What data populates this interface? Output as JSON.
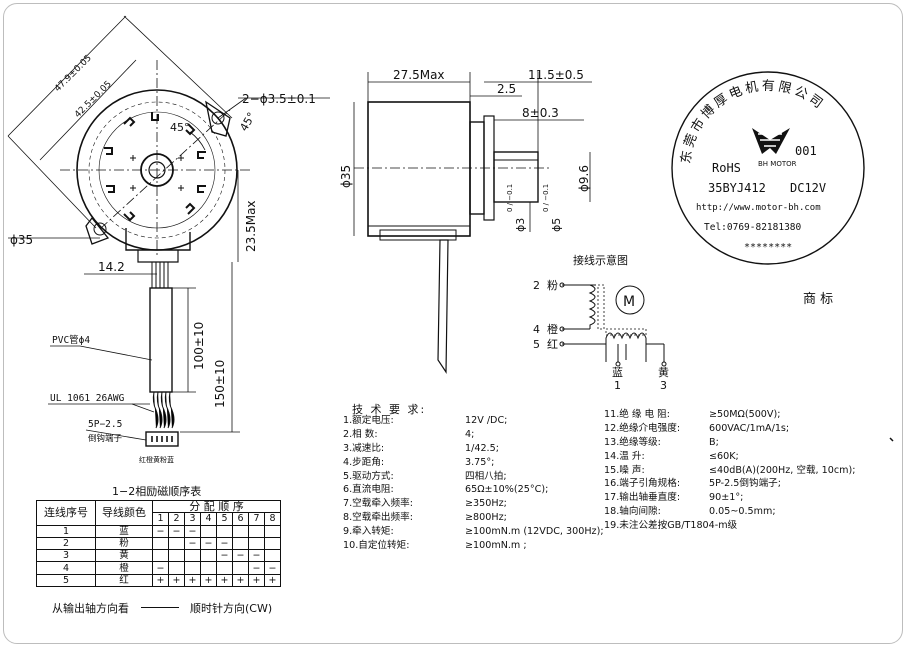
{
  "front_view": {
    "dim_outer": "47.9±0.05",
    "dim_mount": "42.5±0.05",
    "dim_diameter": "ϕ35",
    "dim_angle_1": "45°",
    "dim_angle_2": "45°",
    "dim_hole": "2−ϕ3.5±0.1",
    "dim_height": "23.5Max",
    "dim_offset": "14.2",
    "dim_lead_100": "100±10",
    "dim_lead_150": "150±10",
    "label_pvc": "PVC管ϕ4",
    "label_wire": "UL 1061  26AWG",
    "label_conn": "5P−2.5",
    "label_conn_2": "倒钩端子",
    "connector_colors": "红橙黄粉蓝"
  },
  "side_view": {
    "dim_length": "27.5Max",
    "dim_shaft_len": "11.5±0.5",
    "dim_flat": "2.5",
    "dim_flat_len": "8±0.3",
    "dim_body_d": "ϕ35",
    "dim_shaft_d": "ϕ3",
    "dim_shaft_tol": "0 / −0.1",
    "dim_shaft_d2": "ϕ5",
    "dim_shaft_tol2": "0 / −0.1",
    "dim_boss": "ϕ9.6"
  },
  "wiring": {
    "title": "接线示意图",
    "motor": "M",
    "pin2": "2",
    "pin2_color": "粉",
    "pin4": "4",
    "pin4_color": "橙",
    "pin5": "5",
    "pin5_color": "红",
    "pin1": "1",
    "pin1_color": "蓝",
    "pin3": "3",
    "pin3_color": "黄"
  },
  "label_logo": {
    "company": "东莞市博厚电机有限公司",
    "rohs": "RoHS",
    "brand_text": "BH MOTOR",
    "code": "001",
    "model": "35BYJ412",
    "voltage": "DC12V",
    "url": "http://www.motor-bh.com",
    "tel": "Tel:0769-82181380",
    "stars": "********",
    "caption": "商 标"
  },
  "specs": {
    "title": "技 术 要 求:",
    "left": [
      {
        "label": "1.额定电压:",
        "value": "12V /DC;"
      },
      {
        "label": "2.相      数:",
        "value": "4;"
      },
      {
        "label": "3.减速比:",
        "value": "1/42.5;"
      },
      {
        "label": "4.步距角:",
        "value": "3.75°;"
      },
      {
        "label": "5.驱动方式:",
        "value": "四相八拍;"
      },
      {
        "label": "6.直流电阻:",
        "value": "65Ω±10%(25°C);"
      },
      {
        "label": "7.空载牵入频率:",
        "value": "≥350Hz;"
      },
      {
        "label": "8.空载牵出频率:",
        "value": "≥800Hz;"
      },
      {
        "label": "9.牵入转矩:",
        "value": "≥100mN.m (12VDC, 300Hz);"
      },
      {
        "label": "10.自定位转矩:",
        "value": "≥100mN.m   ;"
      }
    ],
    "right": [
      {
        "label": "11.绝 缘 电 阻:",
        "value": "≥50MΩ(500V);"
      },
      {
        "label": "12.绝缘介电强度:",
        "value": "600VAC/1mA/1s;"
      },
      {
        "label": "13.绝缘等级:",
        "value": "B;"
      },
      {
        "label": "14.温   升:",
        "value": "≤60K;"
      },
      {
        "label": "15.噪   声:",
        "value": "≤40dB(A)(200Hz, 空载, 10cm);"
      },
      {
        "label": "16.端子引角规格:",
        "value": "5P-2.5倒钩端子;"
      },
      {
        "label": "17.输出轴垂直度:",
        "value": "90±1°;"
      },
      {
        "label": "18.轴向间隙:",
        "value": "0.05~0.5mm;"
      },
      {
        "label": "19.未注公差按GB/T1804-m级",
        "value": ""
      }
    ]
  },
  "sequence_table": {
    "title": "1−2相励磁顺序表",
    "header_lead": "连线序号",
    "header_color": "导线颜色",
    "header_seq": "分 配 顺 序",
    "steps": [
      "1",
      "2",
      "3",
      "4",
      "5",
      "6",
      "7",
      "8"
    ],
    "rows": [
      {
        "no": "1",
        "color": "蓝",
        "cells": [
          "−",
          "−",
          "−",
          "",
          "",
          "",
          "",
          ""
        ]
      },
      {
        "no": "2",
        "color": "粉",
        "cells": [
          "",
          "",
          "−",
          "−",
          "−",
          "",
          "",
          ""
        ]
      },
      {
        "no": "3",
        "color": "黄",
        "cells": [
          "",
          "",
          "",
          "",
          "−",
          "−",
          "−",
          ""
        ]
      },
      {
        "no": "4",
        "color": "橙",
        "cells": [
          "−",
          "",
          "",
          "",
          "",
          "",
          "−",
          "−"
        ]
      },
      {
        "no": "5",
        "color": "红",
        "cells": [
          "+",
          "+",
          "+",
          "+",
          "+",
          "+",
          "+",
          "+"
        ]
      }
    ],
    "direction_left": "从输出轴方向看",
    "direction_right": "顺时针方向(CW)"
  }
}
